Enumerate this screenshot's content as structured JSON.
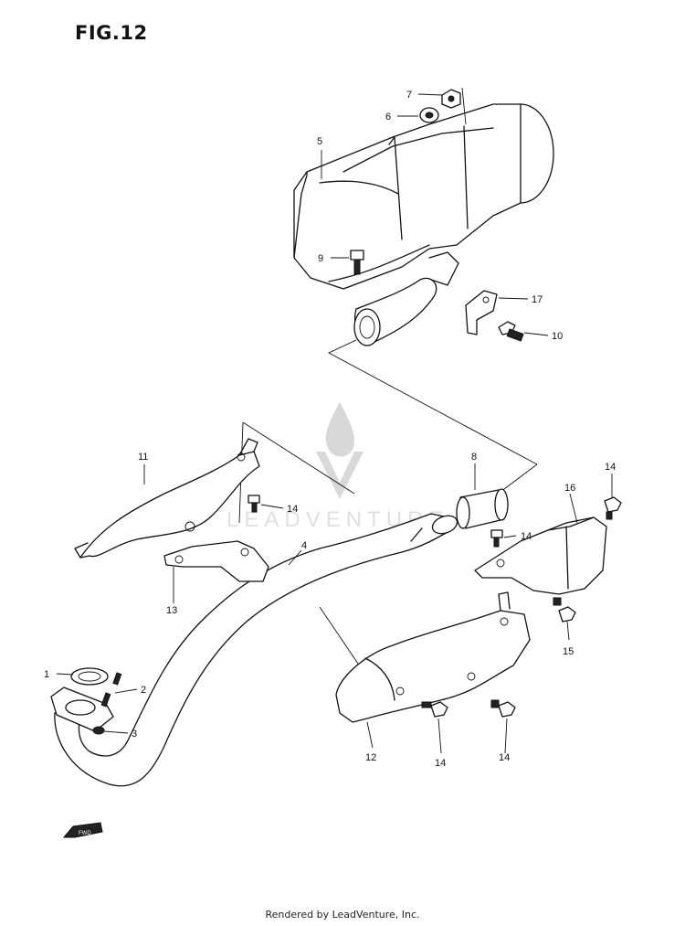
{
  "figure": {
    "title": "FIG.12"
  },
  "watermark": {
    "text": "LEADVENTURE"
  },
  "footer": {
    "text": "Rendered by LeadVenture, Inc."
  },
  "front_arrow": {
    "label": "FWD"
  },
  "callouts": [
    {
      "id": "c1",
      "label": "1"
    },
    {
      "id": "c2",
      "label": "2"
    },
    {
      "id": "c3",
      "label": "3"
    },
    {
      "id": "c4",
      "label": "4"
    },
    {
      "id": "c5",
      "label": "5"
    },
    {
      "id": "c6",
      "label": "6"
    },
    {
      "id": "c7",
      "label": "7"
    },
    {
      "id": "c8",
      "label": "8"
    },
    {
      "id": "c9",
      "label": "9"
    },
    {
      "id": "c10",
      "label": "10"
    },
    {
      "id": "c11",
      "label": "11"
    },
    {
      "id": "c12",
      "label": "12"
    },
    {
      "id": "c13",
      "label": "13"
    },
    {
      "id": "c14a",
      "label": "14"
    },
    {
      "id": "c14b",
      "label": "14"
    },
    {
      "id": "c14c",
      "label": "14"
    },
    {
      "id": "c14d",
      "label": "14"
    },
    {
      "id": "c14e",
      "label": "14"
    },
    {
      "id": "c15",
      "label": "15"
    },
    {
      "id": "c16",
      "label": "16"
    },
    {
      "id": "c17",
      "label": "17"
    }
  ]
}
